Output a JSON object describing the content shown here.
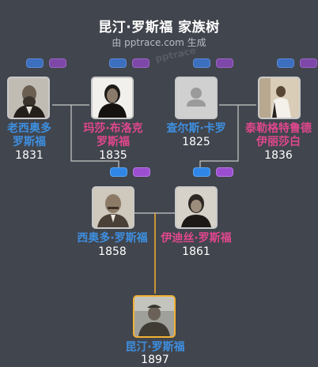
{
  "header": {
    "title": "昆汀·罗斯福 家族树",
    "subtitle": "由 pptrace.com 生成",
    "watermark": "pptrace"
  },
  "colors": {
    "background": "#41454d",
    "male": "#3e8fe0",
    "female": "#e0478e",
    "connector": "#c9c9c9",
    "focus_connector": "#f2b233"
  },
  "people": {
    "gf_paternal": {
      "name_line1": "老西奥多",
      "name_line2": "罗斯福",
      "year": "1831",
      "gender": "male"
    },
    "gm_paternal": {
      "name_line1": "玛莎·布洛克",
      "name_line2": "罗斯福",
      "year": "1835",
      "gender": "female"
    },
    "gf_maternal": {
      "name_line1": "查尔斯·卡罗",
      "year": "1825",
      "gender": "male"
    },
    "gm_maternal": {
      "name_line1": "泰勒格特鲁德",
      "name_line2": "伊丽莎白",
      "year": "1836",
      "gender": "female"
    },
    "father": {
      "name_line1": "西奥多·罗斯福",
      "year": "1858",
      "gender": "male"
    },
    "mother": {
      "name_line1": "伊迪丝·罗斯福",
      "year": "1861",
      "gender": "female"
    },
    "subject": {
      "name_line1": "昆汀·罗斯福",
      "year": "1897",
      "gender": "male"
    }
  }
}
